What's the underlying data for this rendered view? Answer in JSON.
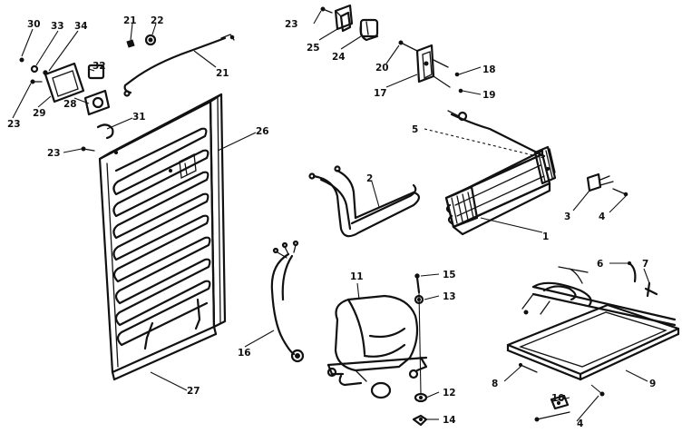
{
  "parts": [
    {
      "id": "p1",
      "label": "1"
    },
    {
      "id": "p2",
      "label": "2"
    },
    {
      "id": "p3",
      "label": "3"
    },
    {
      "id": "p4a",
      "label": "4"
    },
    {
      "id": "p4b",
      "label": "4"
    },
    {
      "id": "p5",
      "label": "5"
    },
    {
      "id": "p6",
      "label": "6"
    },
    {
      "id": "p7",
      "label": "7"
    },
    {
      "id": "p8",
      "label": "8"
    },
    {
      "id": "p9",
      "label": "9"
    },
    {
      "id": "p10",
      "label": "10"
    },
    {
      "id": "p11",
      "label": "11"
    },
    {
      "id": "p12",
      "label": "12"
    },
    {
      "id": "p13",
      "label": "13"
    },
    {
      "id": "p14",
      "label": "14"
    },
    {
      "id": "p15",
      "label": "15"
    },
    {
      "id": "p16",
      "label": "16"
    },
    {
      "id": "p17",
      "label": "17"
    },
    {
      "id": "p18",
      "label": "18"
    },
    {
      "id": "p19",
      "label": "19"
    },
    {
      "id": "p20",
      "label": "20"
    },
    {
      "id": "p21",
      "label": "21"
    },
    {
      "id": "p22",
      "label": "22"
    },
    {
      "id": "p23a",
      "label": "23"
    },
    {
      "id": "p23b",
      "label": "23"
    },
    {
      "id": "p23c",
      "label": "23"
    },
    {
      "id": "p24",
      "label": "24"
    },
    {
      "id": "p25",
      "label": "25"
    },
    {
      "id": "p26",
      "label": "26"
    },
    {
      "id": "p27",
      "label": "27"
    },
    {
      "id": "p28",
      "label": "28"
    },
    {
      "id": "p29",
      "label": "29"
    },
    {
      "id": "p30",
      "label": "30"
    },
    {
      "id": "p31",
      "label": "31"
    },
    {
      "id": "p32",
      "label": "32"
    },
    {
      "id": "p33",
      "label": "33"
    },
    {
      "id": "p34",
      "label": "34"
    },
    {
      "id": "p21b",
      "label": "21"
    }
  ]
}
